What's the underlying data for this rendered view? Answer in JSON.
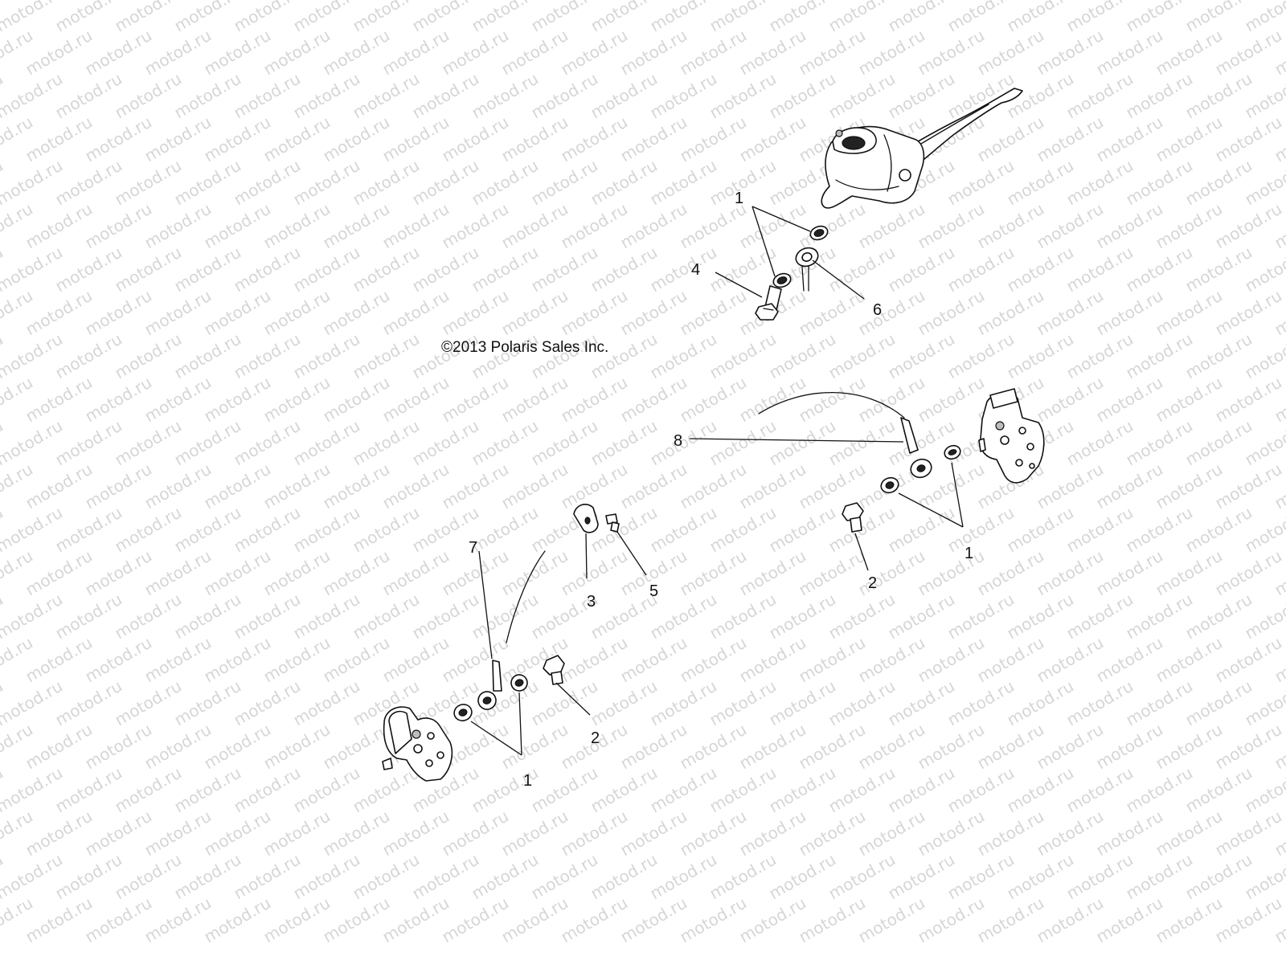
{
  "watermark": {
    "text": "motod.ru",
    "color": "#d6d6d6"
  },
  "copyright": "©2013 Polaris Sales Inc.",
  "callouts": {
    "mc_washers": "1",
    "mc_bolt": "4",
    "mc_fitting": "6",
    "right_hose": "8",
    "right_washers": "1",
    "right_bolt": "2",
    "clamp": "3",
    "clamp_screw": "5",
    "left_hose": "7",
    "left_bolt": "2",
    "left_washers": "1"
  },
  "parts": [
    {
      "key": "master_cylinder",
      "icon": "master-cylinder-icon"
    },
    {
      "key": "right_caliper",
      "icon": "brake-caliper-icon"
    },
    {
      "key": "left_caliper",
      "icon": "brake-caliper-icon"
    },
    {
      "key": "banjo_bolt",
      "icon": "banjo-bolt-icon"
    },
    {
      "key": "sealing_washer",
      "icon": "washer-icon"
    },
    {
      "key": "brake_hose",
      "icon": "brake-hose-icon"
    },
    {
      "key": "hose_clamp",
      "icon": "clamp-icon"
    }
  ]
}
